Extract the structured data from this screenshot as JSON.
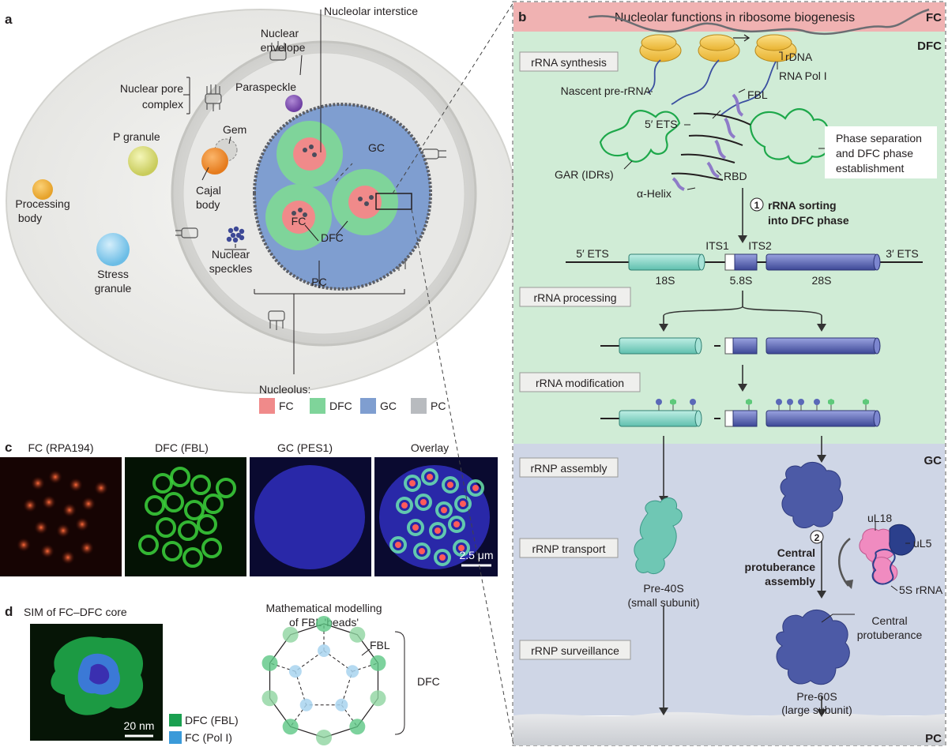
{
  "panel_a": {
    "letter": "a",
    "nucleolar_interstice": "Nucleolar interstice",
    "nuclear_envelope": [
      "Nuclear",
      "envelope"
    ],
    "nuclear_pore_complex": [
      "Nuclear pore",
      "complex"
    ],
    "paraspeckle": "Paraspeckle",
    "gem": "Gem",
    "p_granule": "P granule",
    "cajal_body": [
      "Cajal",
      "body"
    ],
    "processing_body": [
      "Processing",
      "body"
    ],
    "stress_granule": [
      "Stress",
      "granule"
    ],
    "nuclear_speckles": [
      "Nuclear",
      "speckles"
    ],
    "gc": "GC",
    "fc": "FC",
    "dfc": "DFC",
    "pc": "PC",
    "nucleolus_title": "Nucleolus:",
    "legend": [
      {
        "label": "FC",
        "color": "#f08a8a"
      },
      {
        "label": "DFC",
        "color": "#7fd49a"
      },
      {
        "label": "GC",
        "color": "#7f9ed0"
      },
      {
        "label": "PC",
        "color": "#b8bbbf"
      }
    ]
  },
  "panel_b": {
    "letter": "b",
    "header": "Nucleolar functions in ribosome biogenesis",
    "zones": {
      "fc": "FC",
      "dfc": "DFC",
      "gc": "GC",
      "pc": "PC"
    },
    "steps": [
      "rRNA synthesis",
      "rRNA processing",
      "rRNA modification",
      "rRNP assembly",
      "rRNP transport",
      "rRNP surveillance"
    ],
    "rdna": "rDNA",
    "rna_pol": "RNA Pol I",
    "nascent": "Nascent pre-rRNA",
    "fbl": "FBL",
    "ets5_label": "5′ ETS",
    "gar": "GAR (IDRs)",
    "rbd": "RBD",
    "alpha_helix": "α-Helix",
    "phase_sep": [
      "Phase separation",
      "and DFC phase",
      "establishment"
    ],
    "step1_num": "1",
    "step1": [
      "rRNA sorting",
      "into DFC phase"
    ],
    "transcript": {
      "ets5": "5′ ETS",
      "its1": "ITS1",
      "its2": "ITS2",
      "ets3": "3′ ETS",
      "s18": "18S",
      "s58": "5.8S",
      "s28": "28S"
    },
    "pre40s": [
      "Pre-40S",
      "(small subunit)"
    ],
    "step2_num": "2",
    "step2": [
      "Central",
      "protuberance",
      "assembly"
    ],
    "ul18": "uL18",
    "ul5": "uL5",
    "rrna5s": "5S rRNA",
    "central_prot": [
      "Central",
      "protuberance"
    ],
    "pre60s": [
      "Pre-60S",
      "(large subunit)"
    ]
  },
  "panel_c": {
    "letter": "c",
    "titles": [
      "FC (RPA194)",
      "DFC (FBL)",
      "GC (PES1)",
      "Overlay"
    ],
    "scale": "2.5 μm"
  },
  "panel_d": {
    "letter": "d",
    "sim_title": "SIM of FC–DFC core",
    "scale": "20 nm",
    "legend": [
      {
        "label": "DFC (FBL)",
        "color": "#1aa050"
      },
      {
        "label": "FC (Pol I)",
        "color": "#3a9ad9"
      }
    ],
    "model_title": [
      "Mathematical modelling",
      "of FBL 'beads'"
    ],
    "fbl": "FBL",
    "dfc": "DFC"
  }
}
